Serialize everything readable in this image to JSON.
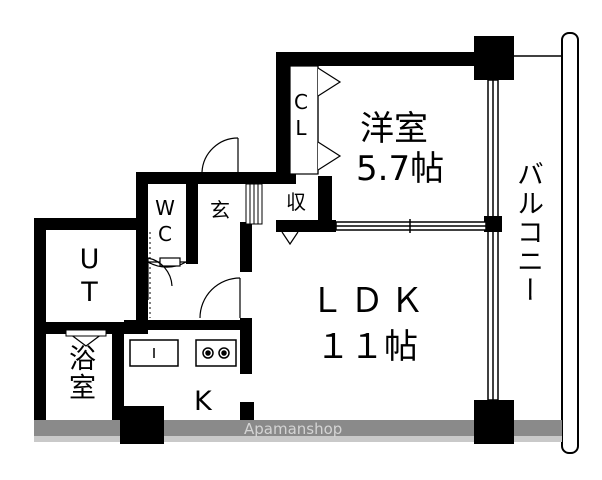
{
  "rooms": {
    "western_room": {
      "name": "洋室",
      "size": "5.7帖"
    },
    "closet": "CL",
    "storage": "収",
    "entrance": "玄",
    "toilet": "WC",
    "utility": "UT",
    "bath": "浴室",
    "ldk": {
      "name": "ＬＤＫ",
      "size": "１１帖"
    },
    "kitchen": "K",
    "balcony": "バルコニー"
  },
  "watermark": "Apamanshop"
}
